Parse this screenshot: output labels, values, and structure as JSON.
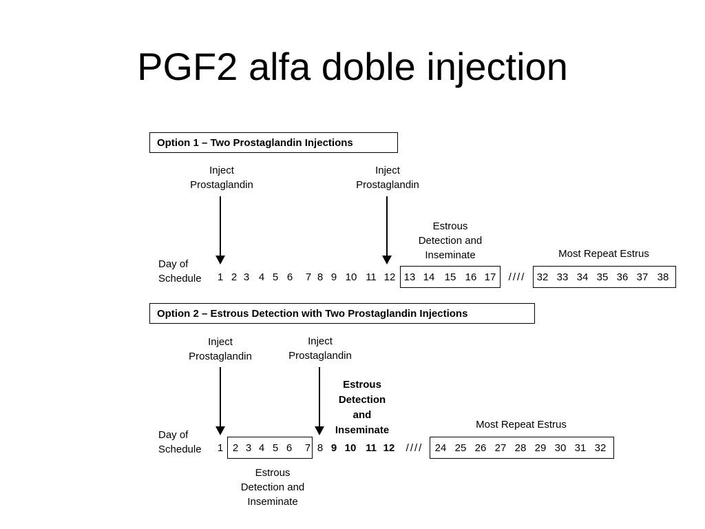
{
  "title": "PGF2 alfa doble injection",
  "option1": {
    "header": "Option 1 – Two Prostaglandin Injections",
    "inject_label_1": [
      "Inject",
      "Prostaglandin"
    ],
    "inject_label_2": [
      "Inject",
      "Prostaglandin"
    ],
    "estrous_label": [
      "Estrous",
      "Detection and",
      "Inseminate"
    ],
    "repeat_label": "Most Repeat Estrus",
    "day_label": [
      "Day of",
      "Schedule"
    ],
    "days_before": [
      "1",
      "2",
      "3",
      "4",
      "5",
      "6",
      "7",
      "8",
      "9",
      "10",
      "11",
      "12"
    ],
    "days_estrous": [
      "13",
      "14",
      "15",
      "16",
      "17"
    ],
    "break_mark": "////",
    "days_repeat": [
      "32",
      "33",
      "34",
      "35",
      "36",
      "37",
      "38"
    ]
  },
  "option2": {
    "header": "Option 2 – Estrous Detection with Two Prostaglandin Injections",
    "inject_label_1": [
      "Inject",
      "Prostaglandin"
    ],
    "inject_label_2": [
      "Inject",
      "Prostaglandin"
    ],
    "estrous_label_bold": [
      "Estrous",
      "Detection",
      "and",
      "Inseminate"
    ],
    "repeat_label": "Most Repeat Estrus",
    "day_label": [
      "Day of",
      "Schedule"
    ],
    "day_first": "1",
    "days_estrous_box": [
      "2",
      "3",
      "4",
      "5",
      "6",
      "7"
    ],
    "day_eighth": "8",
    "days_bold": [
      "9",
      "10",
      "11",
      "12"
    ],
    "break_mark": "////",
    "days_repeat": [
      "24",
      "25",
      "26",
      "27",
      "28",
      "29",
      "30",
      "31",
      "32"
    ],
    "estrous_label_below": [
      "Estrous",
      "Detection and",
      "Inseminate"
    ]
  }
}
